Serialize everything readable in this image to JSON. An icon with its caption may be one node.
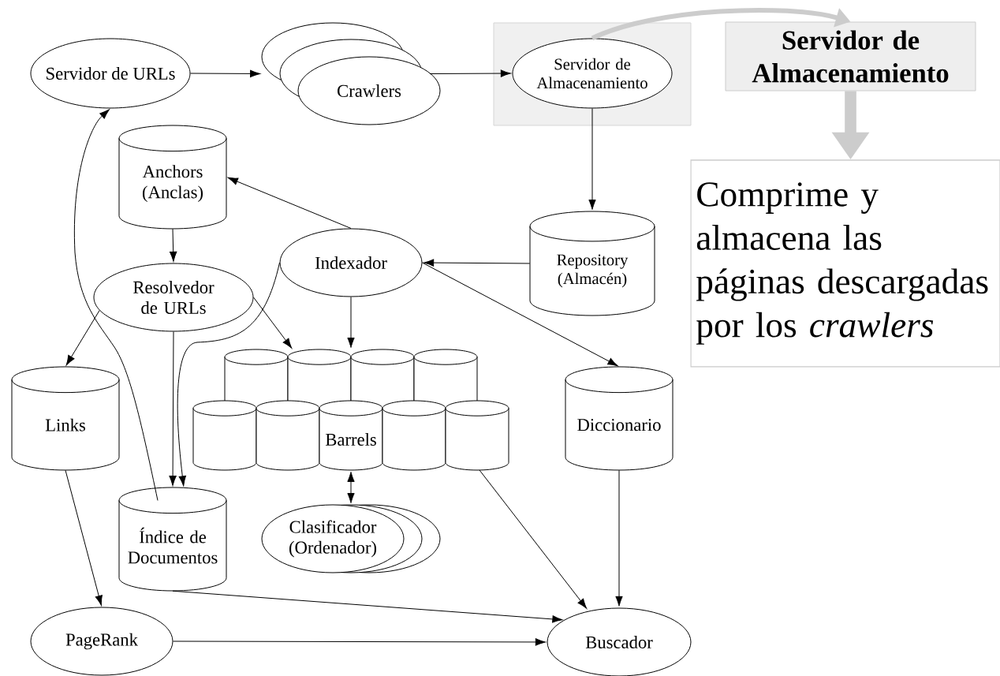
{
  "diagram": {
    "nodes": [
      {
        "text": [
          "Servidor de URLs"
        ]
      },
      {
        "text": [
          "Crawlers"
        ]
      },
      {
        "text": [
          "Servidor de Almacenamiento"
        ]
      },
      {
        "text": [
          "Servidor de Almacenamiento"
        ]
      },
      {
        "text": [
          "Comprime y almacena las páginas descargadas por los *crawlers*"
        ]
      },
      {
        "text": [
          "Anchors (Anclas)"
        ]
      },
      {
        "text": [
          "Indexador"
        ]
      },
      {
        "text": [
          "Repository (Almacén)"
        ]
      },
      {
        "text": [
          "Resolvedor de URLs"
        ]
      },
      {
        "text": [
          "Links"
        ]
      },
      {
        "text": [
          "Barrels"
        ]
      },
      {
        "text": [
          "Diccionario"
        ]
      },
      {
        "text": [
          "Índice de Documentos"
        ]
      },
      {
        "text": [
          "Clasificador (Ordenador)"
        ]
      },
      {
        "text": [
          "PageRank"
        ]
      },
      {
        "text": [
          "Buscador"
        ]
      }
    ],
    "edges": [
      {
        "from": 0,
        "to": 1,
        "arrow": "to"
      },
      {
        "from": 1,
        "to": 2,
        "arrow": "to"
      },
      {
        "from": 2,
        "to": 7,
        "arrow": "to"
      },
      {
        "from": 7,
        "to": 6,
        "arrow": "to"
      },
      {
        "from": 6,
        "to": 5,
        "arrow": "to"
      },
      {
        "from": 5,
        "to": 8,
        "arrow": "to"
      },
      {
        "from": 8,
        "to": 9,
        "arrow": "to"
      },
      {
        "from": 8,
        "to": 12,
        "arrow": "to"
      },
      {
        "from": 8,
        "to": 10,
        "arrow": "to"
      },
      {
        "from": 6,
        "to": 10,
        "arrow": "to"
      },
      {
        "from": 6,
        "to": 12,
        "arrow": "to"
      },
      {
        "from": 6,
        "to": 11,
        "arrow": "to"
      },
      {
        "from": 12,
        "to": 0,
        "arrow": "to"
      },
      {
        "from": 10,
        "to": 13,
        "arrow": "both"
      },
      {
        "from": 10,
        "to": 15,
        "arrow": "to"
      },
      {
        "from": 11,
        "to": 15,
        "arrow": "to"
      },
      {
        "from": 12,
        "to": 15,
        "arrow": "to"
      },
      {
        "from": 9,
        "to": 14,
        "arrow": "to"
      },
      {
        "from": 14,
        "to": 15,
        "arrow": "to"
      },
      {
        "from": 2,
        "to": 3,
        "arrow": "to",
        "style": "thick",
        "color": "#cccccc"
      },
      {
        "from": 3,
        "to": 4,
        "arrow": "to",
        "style": "thick",
        "color": "#cccccc"
      }
    ]
  }
}
